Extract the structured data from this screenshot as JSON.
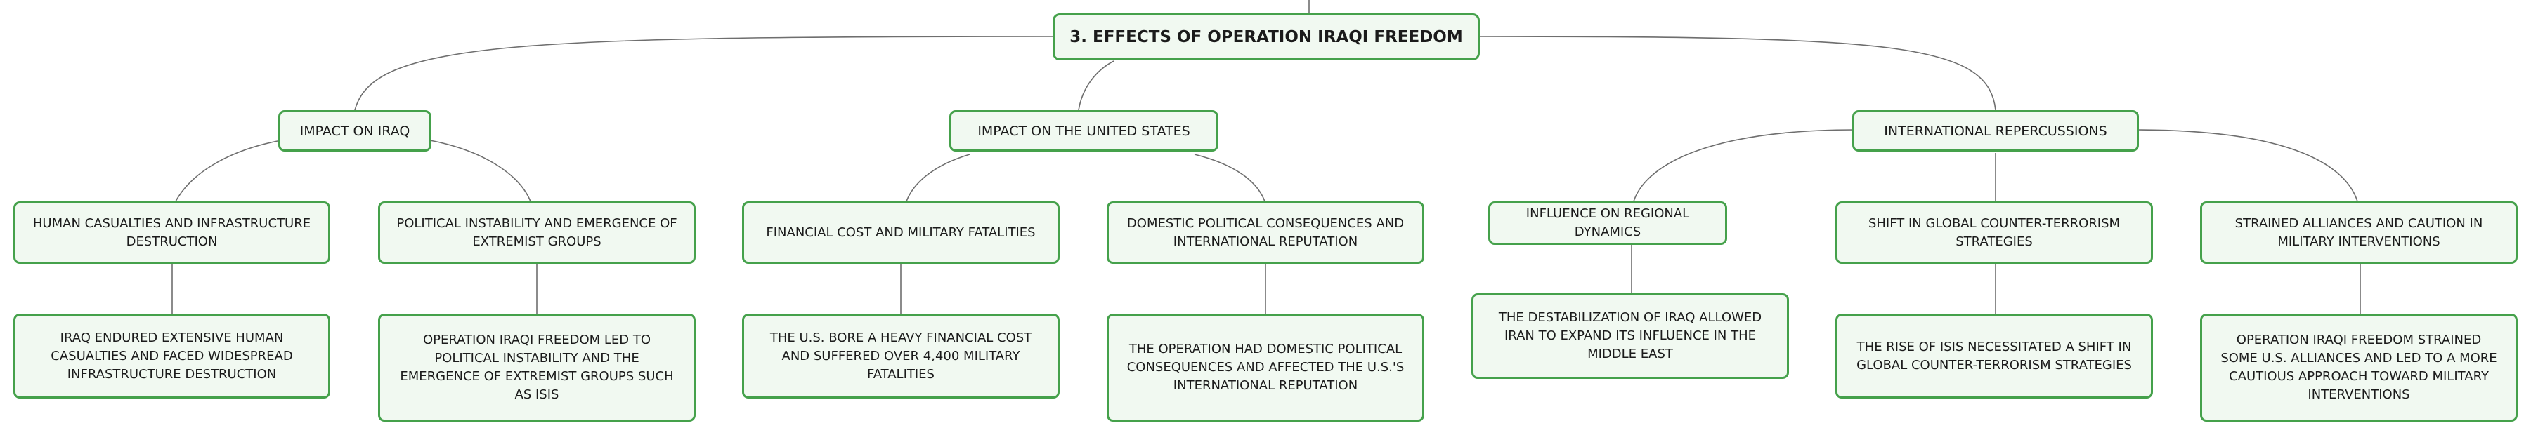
{
  "diagram": {
    "root": {
      "label": "3. EFFECTS OF OPERATION IRAQI FREEDOM"
    },
    "branches": [
      {
        "label": "IMPACT ON IRAQ",
        "topics": [
          {
            "label": "HUMAN CASUALTIES AND INFRASTRUCTURE DESTRUCTION",
            "detail": "IRAQ ENDURED EXTENSIVE HUMAN CASUALTIES AND FACED WIDESPREAD INFRASTRUCTURE DESTRUCTION"
          },
          {
            "label": "POLITICAL INSTABILITY AND EMERGENCE OF EXTREMIST GROUPS",
            "detail": "OPERATION IRAQI FREEDOM LED TO POLITICAL INSTABILITY AND THE EMERGENCE OF EXTREMIST GROUPS SUCH AS ISIS"
          }
        ]
      },
      {
        "label": "IMPACT ON THE UNITED STATES",
        "topics": [
          {
            "label": "FINANCIAL COST AND MILITARY FATALITIES",
            "detail": "THE U.S. BORE A HEAVY FINANCIAL COST AND SUFFERED OVER 4,400 MILITARY FATALITIES"
          },
          {
            "label": "DOMESTIC POLITICAL CONSEQUENCES AND INTERNATIONAL REPUTATION",
            "detail": "THE OPERATION HAD DOMESTIC POLITICAL CONSEQUENCES AND AFFECTED THE U.S.'S INTERNATIONAL REPUTATION"
          }
        ]
      },
      {
        "label": "INTERNATIONAL REPERCUSSIONS",
        "topics": [
          {
            "label": "INFLUENCE ON REGIONAL DYNAMICS",
            "detail": "THE DESTABILIZATION OF IRAQ ALLOWED IRAN TO EXPAND ITS INFLUENCE IN THE MIDDLE EAST"
          },
          {
            "label": "SHIFT IN GLOBAL COUNTER-TERRORISM STRATEGIES",
            "detail": "THE RISE OF ISIS NECESSITATED A SHIFT IN GLOBAL COUNTER-TERRORISM STRATEGIES"
          },
          {
            "label": "STRAINED ALLIANCES AND CAUTION IN MILITARY INTERVENTIONS",
            "detail": "OPERATION IRAQI FREEDOM STRAINED SOME U.S. ALLIANCES AND LED TO A MORE CAUTIOUS APPROACH TOWARD MILITARY INTERVENTIONS"
          }
        ]
      }
    ]
  },
  "colors": {
    "node_border": "#45a14b",
    "node_fill": "#f1f9f1",
    "connector": "#6e6e6e",
    "text": "#1b1b1b"
  }
}
